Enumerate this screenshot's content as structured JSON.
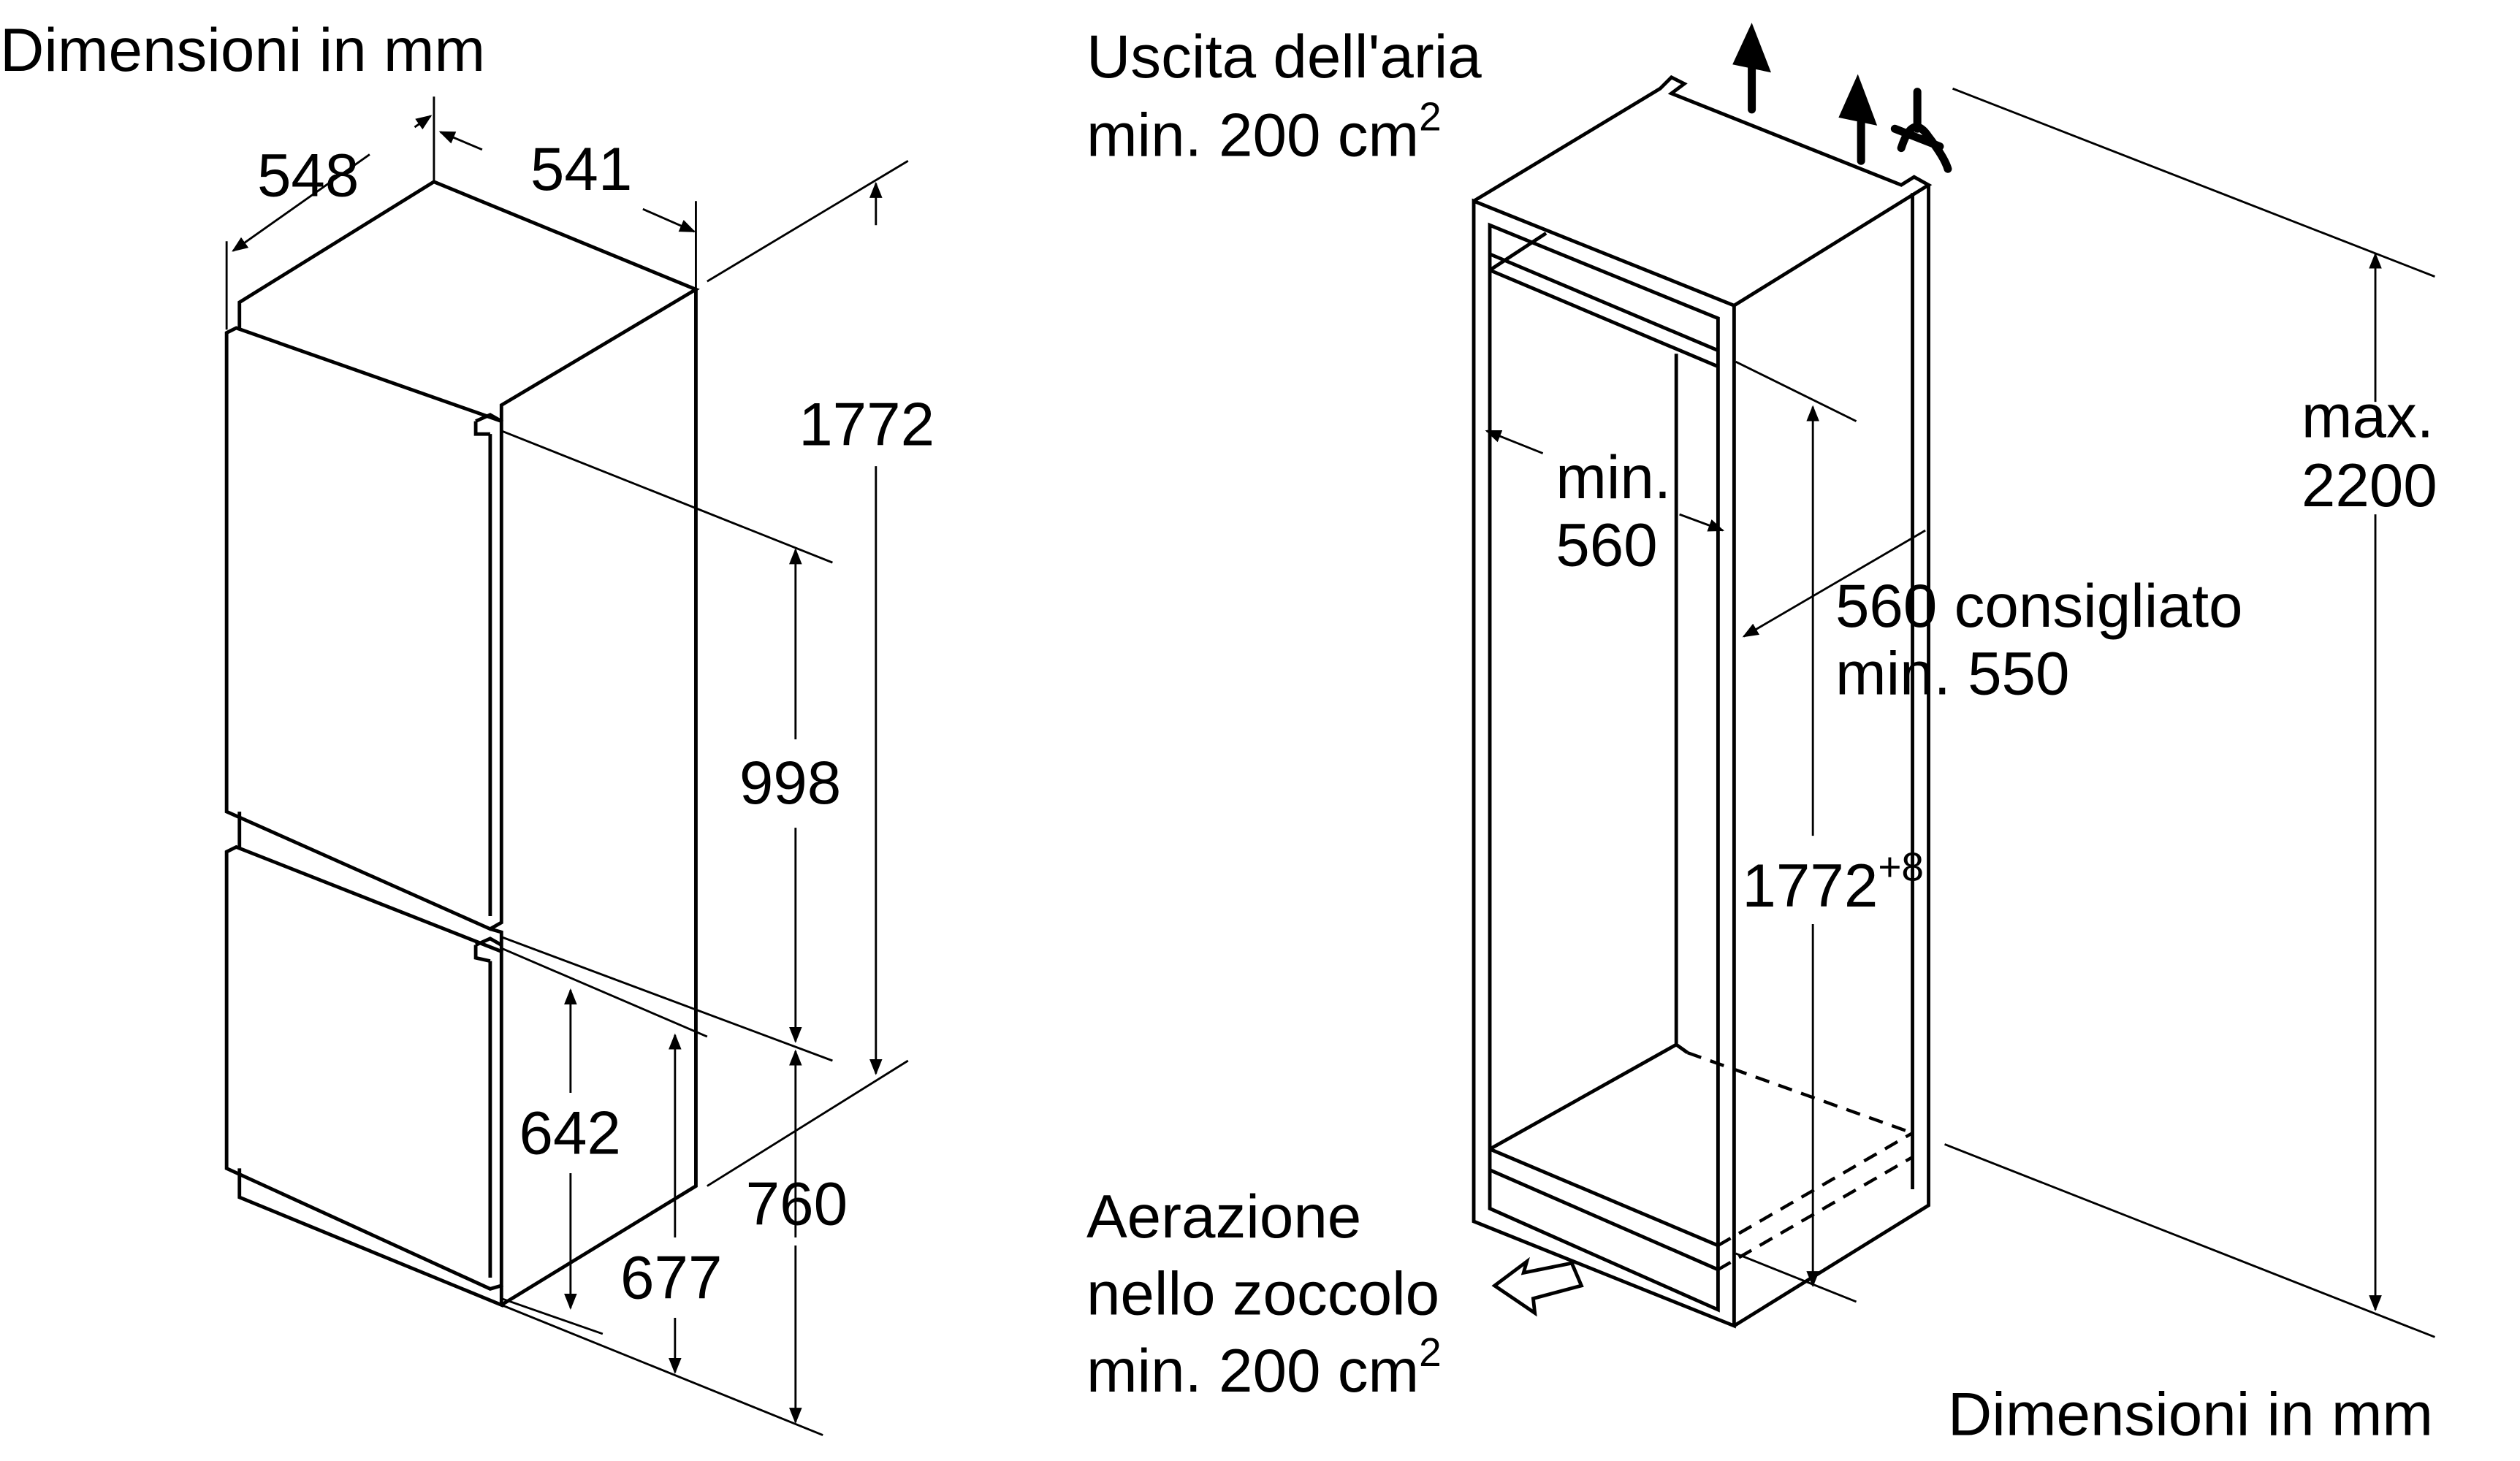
{
  "left_drawing": {
    "title": "Dimensioni in mm",
    "dims": {
      "depth": "548",
      "width": "541",
      "height": "1772",
      "upper_door": "998",
      "lower_door": "642",
      "hinge_low": "677",
      "lower_section": "760"
    }
  },
  "right_drawing": {
    "title": "Dimensioni in mm",
    "air_out_line1": "Uscita dell'aria",
    "air_out_line2": "min. 200 cm",
    "air_out_sup": "2",
    "niche_min_line1": "min.",
    "niche_min_line2": "560",
    "depth_line1": "560 consigliato",
    "depth_line2": "min. 550",
    "niche_height": "1772",
    "niche_height_tol": "+8",
    "max_line1": "max.",
    "max_line2": "2200",
    "air_in_line1": "Aerazione",
    "air_in_line2": "nello zoccolo",
    "air_in_line3": "min. 200 cm",
    "air_in_sup": "2"
  }
}
